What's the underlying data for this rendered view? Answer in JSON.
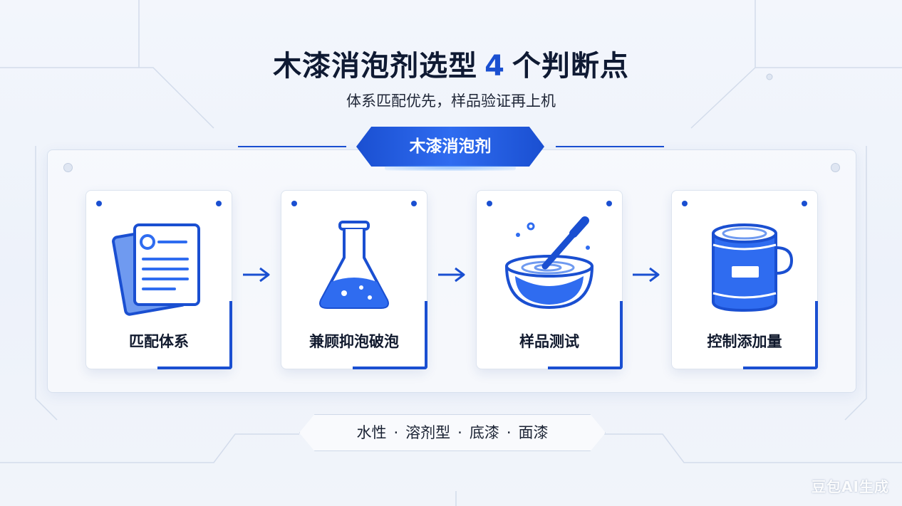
{
  "header": {
    "title_pre": "木漆消泡剂选型",
    "title_num": "4",
    "title_post": "个判断点",
    "subtitle": "体系匹配优先，样品验证再上机"
  },
  "ribbon": {
    "label": "木漆消泡剂"
  },
  "steps": [
    {
      "label": "匹配体系",
      "icon": "document-icon"
    },
    {
      "label": "兼顾抑泡破泡",
      "icon": "flask-icon"
    },
    {
      "label": "样品测试",
      "icon": "mixing-bowl-icon"
    },
    {
      "label": "控制添加量",
      "icon": "paint-bucket-icon"
    }
  ],
  "tags": [
    "水性",
    "溶剂型",
    "底漆",
    "面漆"
  ],
  "tag_separator": "·",
  "watermark": "豆包AI生成",
  "colors": {
    "accent": "#1a4fd1",
    "accent_light": "#2f6cf0",
    "text": "#111a2e",
    "background": "#f3f6fc"
  }
}
